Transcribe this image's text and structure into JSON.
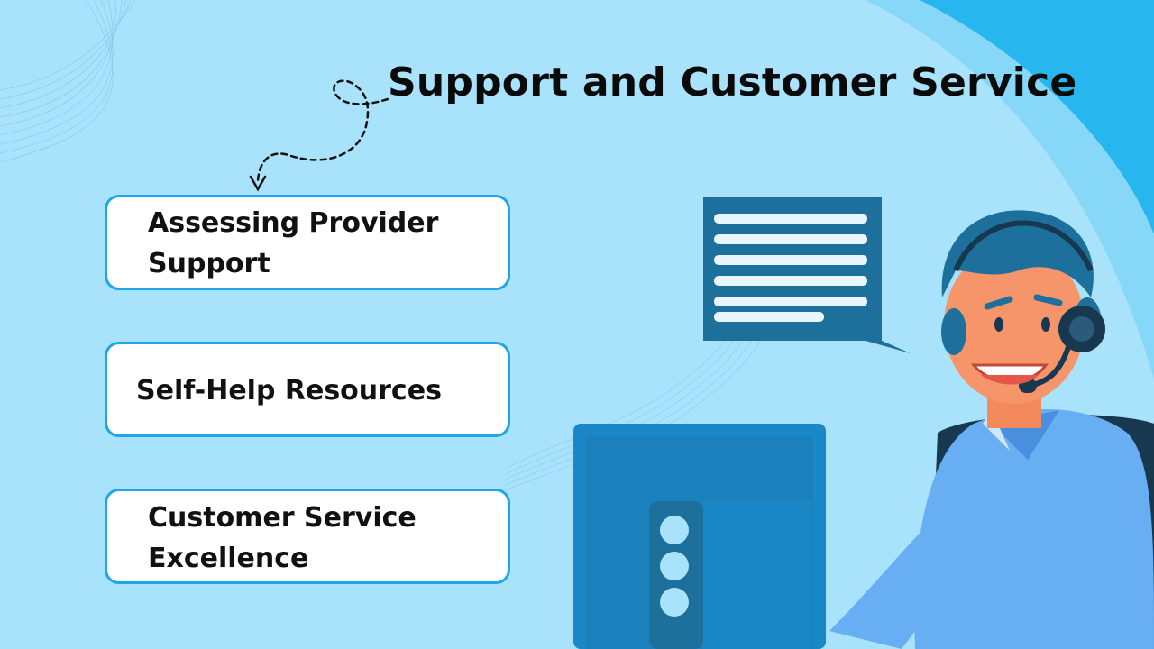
{
  "title": "Support and Customer Service",
  "cards": [
    {
      "label_lines": [
        "Assessing Provider",
        "Support"
      ]
    },
    {
      "label_lines": [
        "Self-Help Resources"
      ]
    },
    {
      "label_lines": [
        "Customer Service",
        "Excellence"
      ]
    }
  ],
  "colors": {
    "background": "#a8e3fb",
    "accent": "#1ea7e8",
    "card_background": "#ffffff",
    "text": "#111111"
  },
  "icons": [
    "dashed-arrow-icon",
    "chat-bubble-icon",
    "monitor-icon",
    "support-agent-illustration"
  ]
}
